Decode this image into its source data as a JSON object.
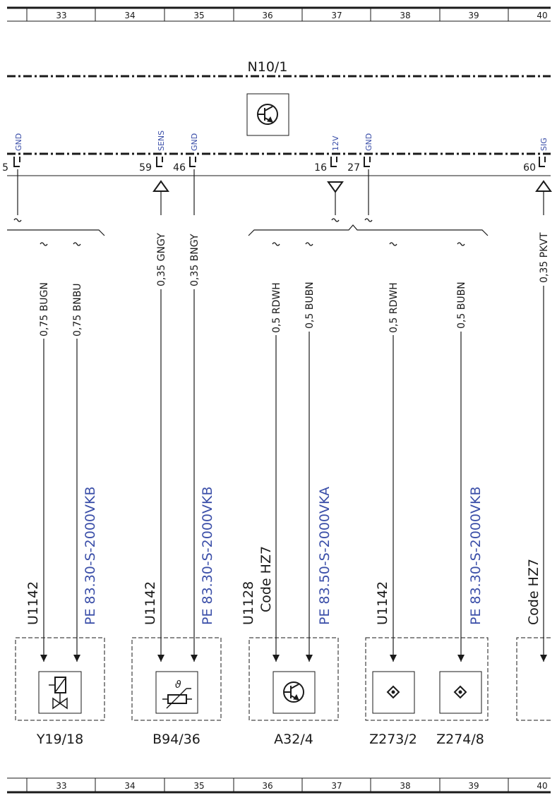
{
  "grid": {
    "columns": [
      "33",
      "34",
      "35",
      "36",
      "37",
      "38",
      "39",
      "40"
    ]
  },
  "module": {
    "name": "N10/1"
  },
  "pins": [
    {
      "number": "5",
      "signal": "GND"
    },
    {
      "number": "59",
      "signal": "SENS"
    },
    {
      "number": "46",
      "signal": "GND"
    },
    {
      "number": "16",
      "signal": "12V"
    },
    {
      "number": "27",
      "signal": "GND"
    },
    {
      "number": "60",
      "signal": "SIG"
    }
  ],
  "wires": [
    {
      "label": "0,75 BUGN"
    },
    {
      "label": "0,75 BNBU"
    },
    {
      "label": "0,35 GNGY"
    },
    {
      "label": "0,35 BNGY"
    },
    {
      "label": "0,5 RDWH"
    },
    {
      "label": "0,5 BUBN"
    },
    {
      "label": "0,5 RDWH"
    },
    {
      "label": "0,5 BUBN"
    },
    {
      "label": "0,35 PKVT"
    }
  ],
  "notes": [
    {
      "text": "U1142"
    },
    {
      "text": "PE 83.30-S-2000VKB"
    },
    {
      "text": "U1142"
    },
    {
      "text": "PE 83.30-S-2000VKB"
    },
    {
      "text": "U1128"
    },
    {
      "text": "Code HZ7"
    },
    {
      "text": "PE 83.50-S-2000VKA"
    },
    {
      "text": "U1142"
    },
    {
      "text": "PE 83.30-S-2000VKB"
    },
    {
      "text": "Code HZ7"
    }
  ],
  "components": [
    {
      "label": "Y19/18"
    },
    {
      "label": "B94/36"
    },
    {
      "label": "A32/4"
    },
    {
      "label": "Z273/2"
    },
    {
      "label": "Z274/8"
    }
  ],
  "colors": {
    "line": "#1a1a1a",
    "reference": "#3a4ea8"
  }
}
